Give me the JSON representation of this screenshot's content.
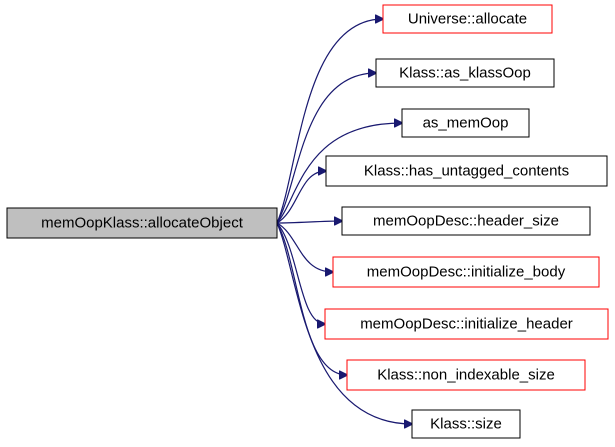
{
  "colors": {
    "root_fill": "#bfbfbf",
    "root_stroke": "#000000",
    "node_fill": "#ffffff",
    "linked_stroke": "#ff0000",
    "plain_stroke": "#000000",
    "edge": "#191970"
  },
  "root": {
    "label": "memOopKlass::allocateObject"
  },
  "callees": [
    {
      "label": "Universe::allocate",
      "border": "red"
    },
    {
      "label": "Klass::as_klassOop",
      "border": "black"
    },
    {
      "label": "as_memOop",
      "border": "black"
    },
    {
      "label": "Klass::has_untagged_contents",
      "border": "black"
    },
    {
      "label": "memOopDesc::header_size",
      "border": "black"
    },
    {
      "label": "memOopDesc::initialize_body",
      "border": "red"
    },
    {
      "label": "memOopDesc::initialize_header",
      "border": "red"
    },
    {
      "label": "Klass::non_indexable_size",
      "border": "red"
    },
    {
      "label": "Klass::size",
      "border": "black"
    }
  ]
}
